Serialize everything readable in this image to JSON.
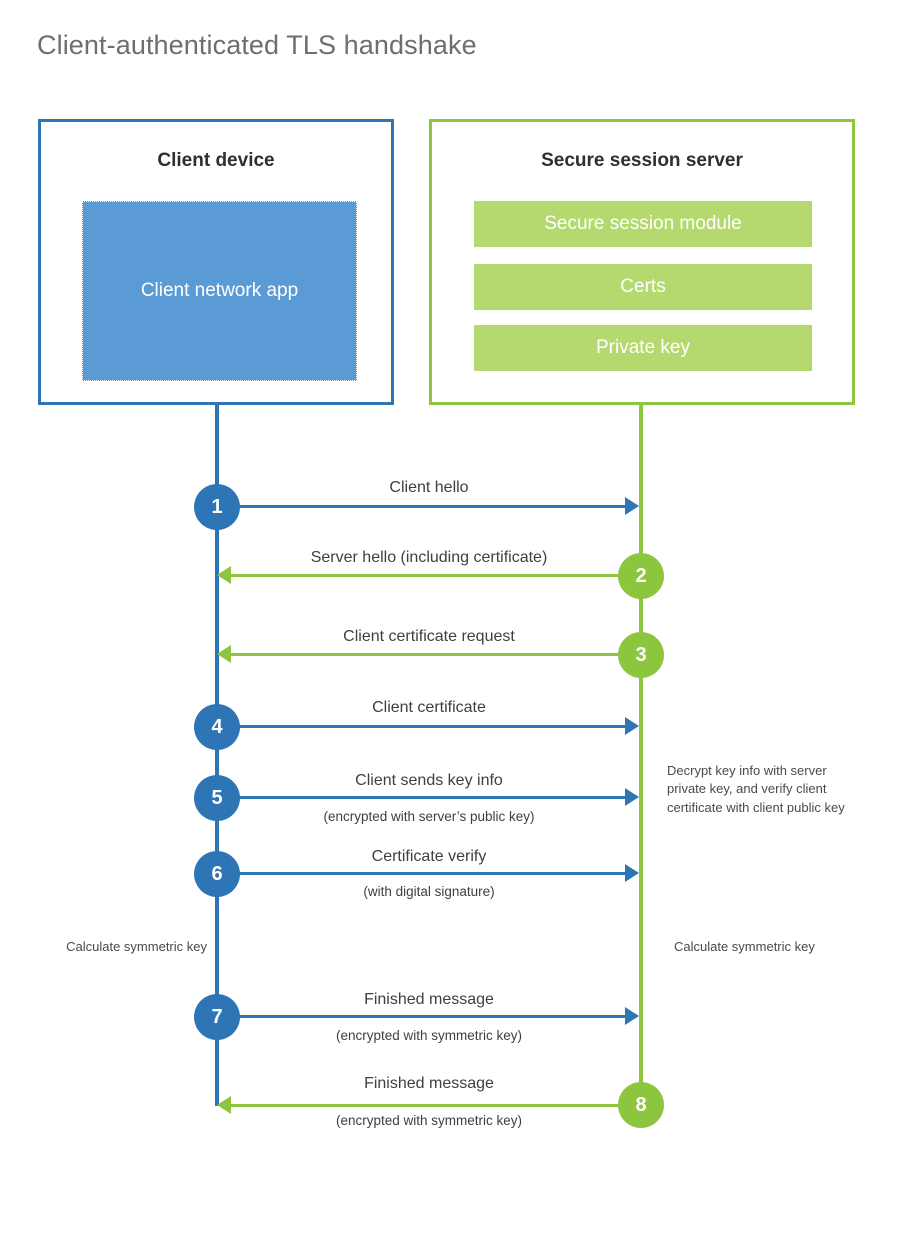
{
  "title": "Client-authenticated TLS handshake",
  "colors": {
    "client_blue": "#2e75b6",
    "client_app_fill": "#5b9bd5",
    "server_green": "#8cc63f",
    "server_bar_fill": "#b5d96f",
    "title_gray": "#6d6e71",
    "text_dark": "#3f3f41"
  },
  "client": {
    "title": "Client device",
    "app_label": "Client network app"
  },
  "server": {
    "title": "Secure session server",
    "bars": [
      {
        "label": "Secure session module"
      },
      {
        "label": "Certs"
      },
      {
        "label": "Private key"
      }
    ]
  },
  "steps": [
    {
      "number": "1",
      "label": "Client hello",
      "sublabel": "",
      "direction": "client-to-server",
      "color": "blue"
    },
    {
      "number": "2",
      "label": "Server hello (including certificate)",
      "sublabel": "",
      "direction": "server-to-client",
      "color": "green"
    },
    {
      "number": "3",
      "label": "Client certificate request",
      "sublabel": "",
      "direction": "server-to-client",
      "color": "green"
    },
    {
      "number": "4",
      "label": "Client certificate",
      "sublabel": "",
      "direction": "client-to-server",
      "color": "blue"
    },
    {
      "number": "5",
      "label": "Client sends key info",
      "sublabel": "(encrypted with server’s public key)",
      "direction": "client-to-server",
      "color": "blue"
    },
    {
      "number": "6",
      "label": "Certificate verify",
      "sublabel": "(with digital signature)",
      "direction": "client-to-server",
      "color": "blue"
    },
    {
      "number": "7",
      "label": "Finished message",
      "sublabel": "(encrypted with symmetric key)",
      "direction": "client-to-server",
      "color": "blue"
    },
    {
      "number": "8",
      "label": "Finished message",
      "sublabel": "(encrypted with symmetric key)",
      "direction": "server-to-client",
      "color": "green"
    }
  ],
  "notes": {
    "server_decrypt": "Decrypt key info with server private key, and verify client certificate with client public key",
    "client_calculate": "Calculate symmetric key",
    "server_calculate": "Calculate symmetric key"
  }
}
